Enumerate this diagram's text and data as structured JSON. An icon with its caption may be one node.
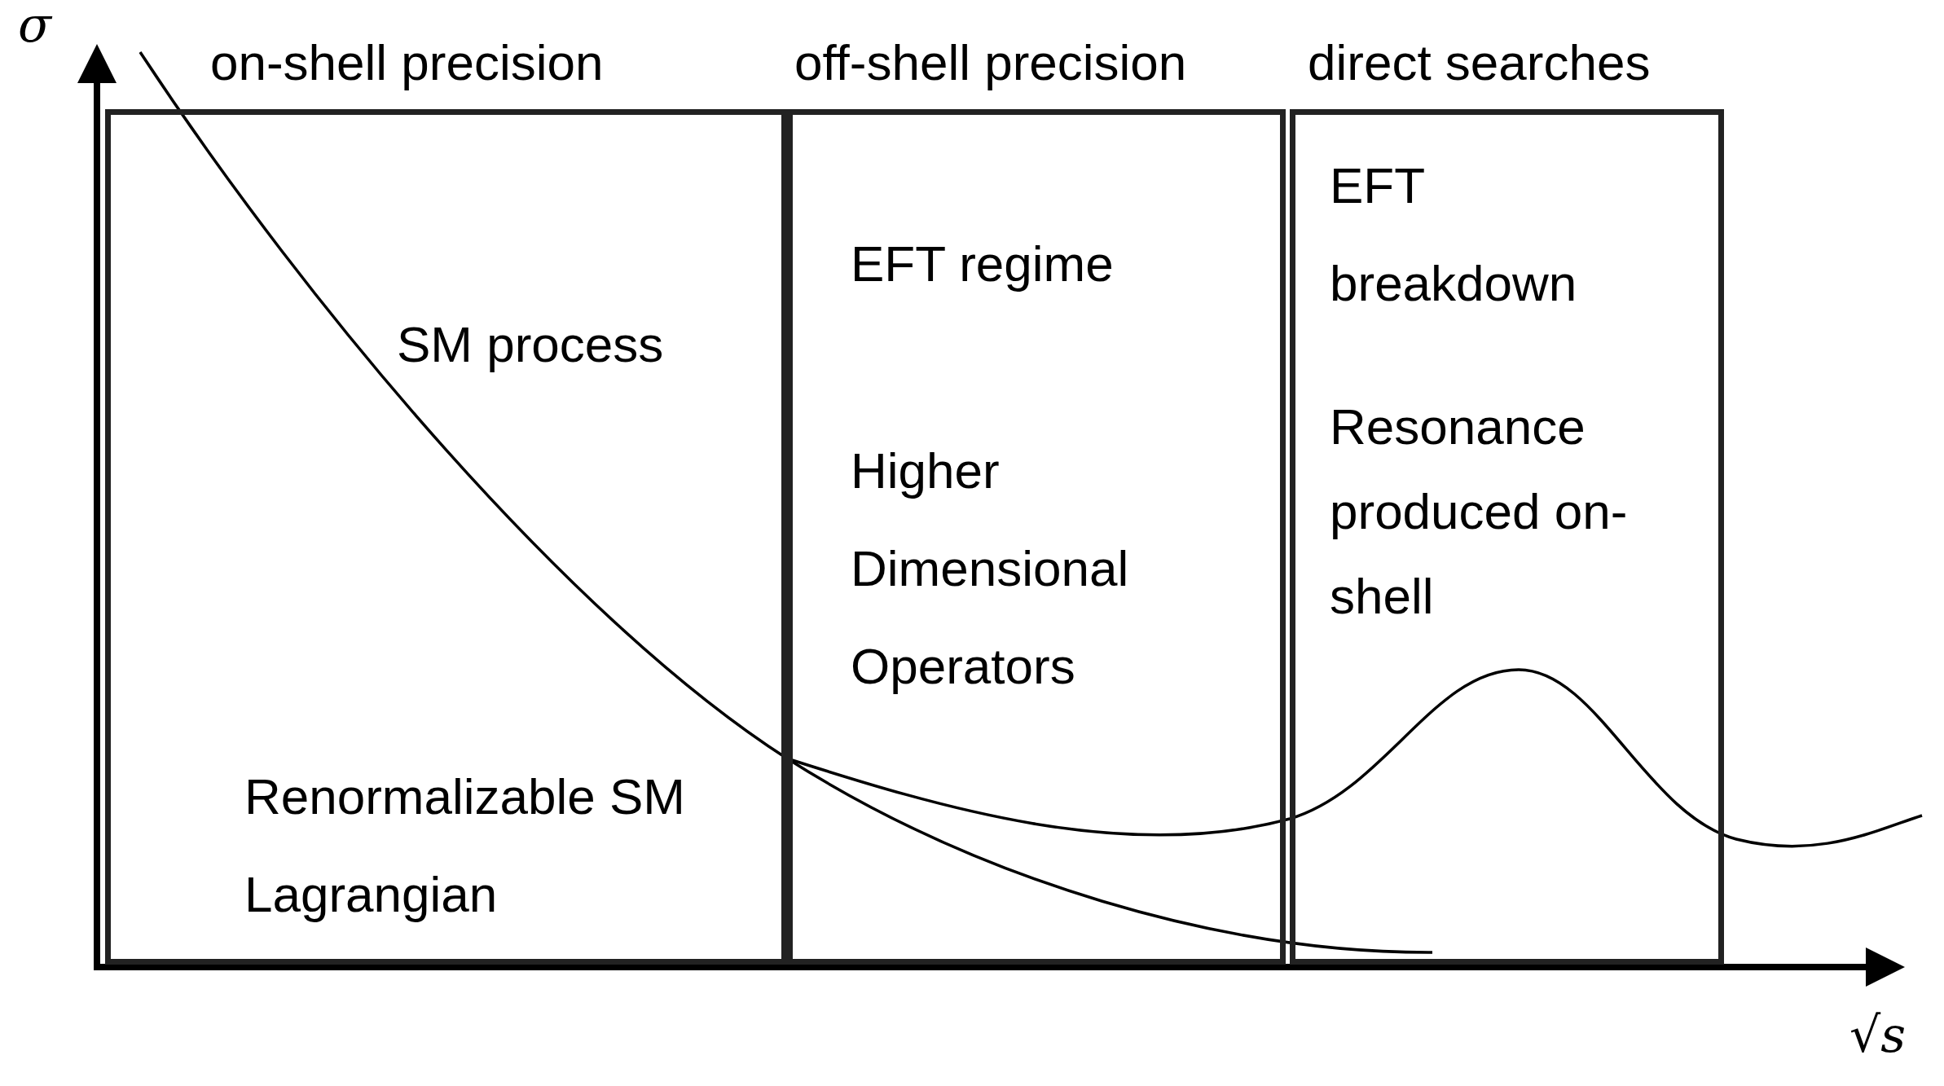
{
  "diagram": {
    "nodes": [
      {
        "text": [
          "on-shell precision",
          "SM process",
          "Renormalizable SM Lagrangian"
        ]
      },
      {
        "text": [
          "off-shell precision",
          "EFT regime",
          "Higher Dimensional Operators"
        ]
      },
      {
        "text": [
          "direct searches",
          "EFT breakdown",
          "Resonance produced on-shell"
        ]
      }
    ],
    "edges": [],
    "labels": [
      "σ",
      "√s"
    ]
  }
}
